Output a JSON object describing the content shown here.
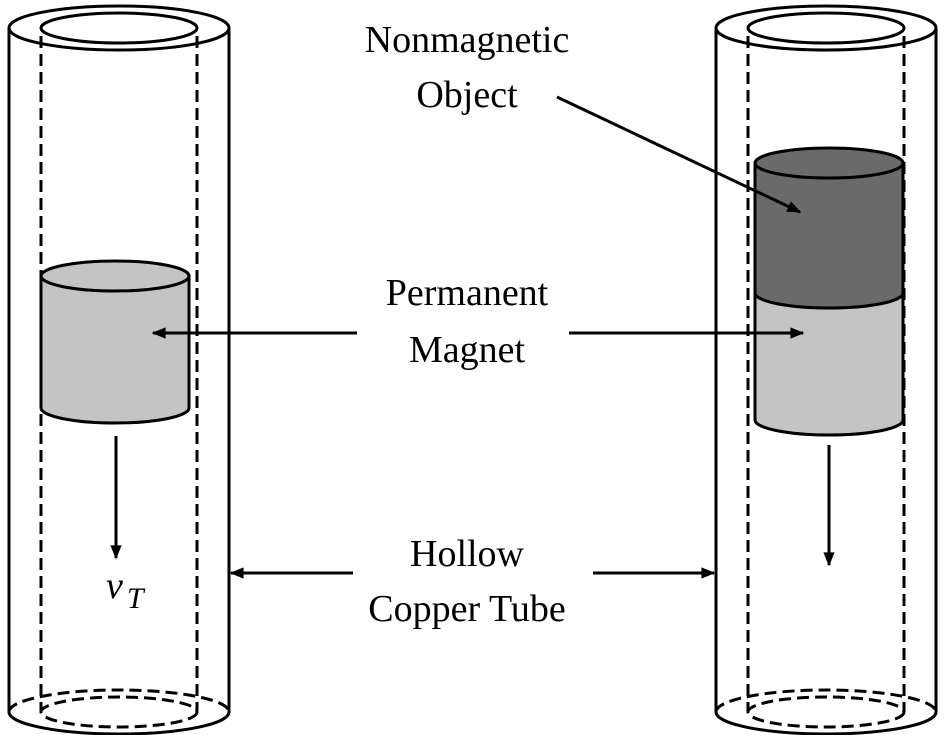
{
  "labels": {
    "nonmagnetic_line1": "Nonmagnetic",
    "nonmagnetic_line2": "Object",
    "magnet_line1": "Permanent",
    "magnet_line2": "Magnet",
    "tube_line1": "Hollow",
    "tube_line2": "Copper Tube",
    "velocity_symbol": "v",
    "velocity_subscript": "T"
  },
  "colors": {
    "stroke": "#000000",
    "magnet_fill": "#c4c4c4",
    "nonmagnetic_fill": "#6a6a6a",
    "background": "#ffffff"
  }
}
